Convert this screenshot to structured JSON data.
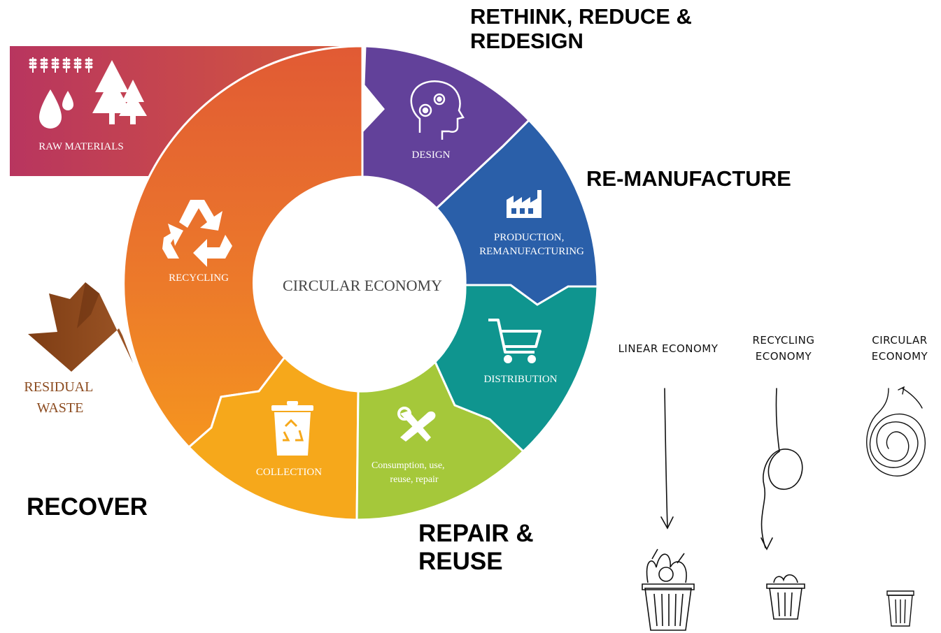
{
  "diagram": {
    "center_label": "CIRCULAR ECONOMY",
    "colors": {
      "raw_materials": "#b8355f",
      "design": "#62419a",
      "production": "#2a5fa9",
      "distribution": "#0f958f",
      "consumption": "#a5c83a",
      "collection": "#f6a81b",
      "recycling": "#e8722c",
      "residual_waste": "#8b4a1e"
    },
    "segments": {
      "raw_materials": {
        "label": "RAW MATERIALS",
        "icons": [
          "wheat-icon",
          "water-drop-icon",
          "tree-icon"
        ]
      },
      "design": {
        "label": "DESIGN",
        "icon": "head-gears-icon"
      },
      "production": {
        "label_line1": "PRODUCTION,",
        "label_line2": "REMANUFACTURING",
        "icon": "factory-icon"
      },
      "distribution": {
        "label": "DISTRIBUTION",
        "icon": "shopping-cart-icon"
      },
      "consumption": {
        "label_line1": "Consumption, use,",
        "label_line2": "reuse, repair",
        "icon": "tools-icon"
      },
      "collection": {
        "label": "COLLECTION",
        "icon": "recycle-bin-icon"
      },
      "recycling": {
        "label": "RECYCLING",
        "icon": "recycle-icon"
      }
    },
    "residual_waste": {
      "line1": "RESIDUAL",
      "line2": "WASTE"
    }
  },
  "annotations": {
    "rethink_line1": "RETHINK, REDUCE &",
    "rethink_line2": "REDESIGN",
    "remanufacture": "RE-MANUFACTURE",
    "repair_line1": "REPAIR &",
    "repair_line2": "REUSE",
    "recover": "RECOVER"
  },
  "comparison": {
    "linear": {
      "line1": "LINEAR ECONOMY"
    },
    "recycling": {
      "line1": "RECYCLING",
      "line2": "ECONOMY"
    },
    "circular": {
      "line1": "CIRCULAR",
      "line2": "ECONOMY"
    }
  }
}
